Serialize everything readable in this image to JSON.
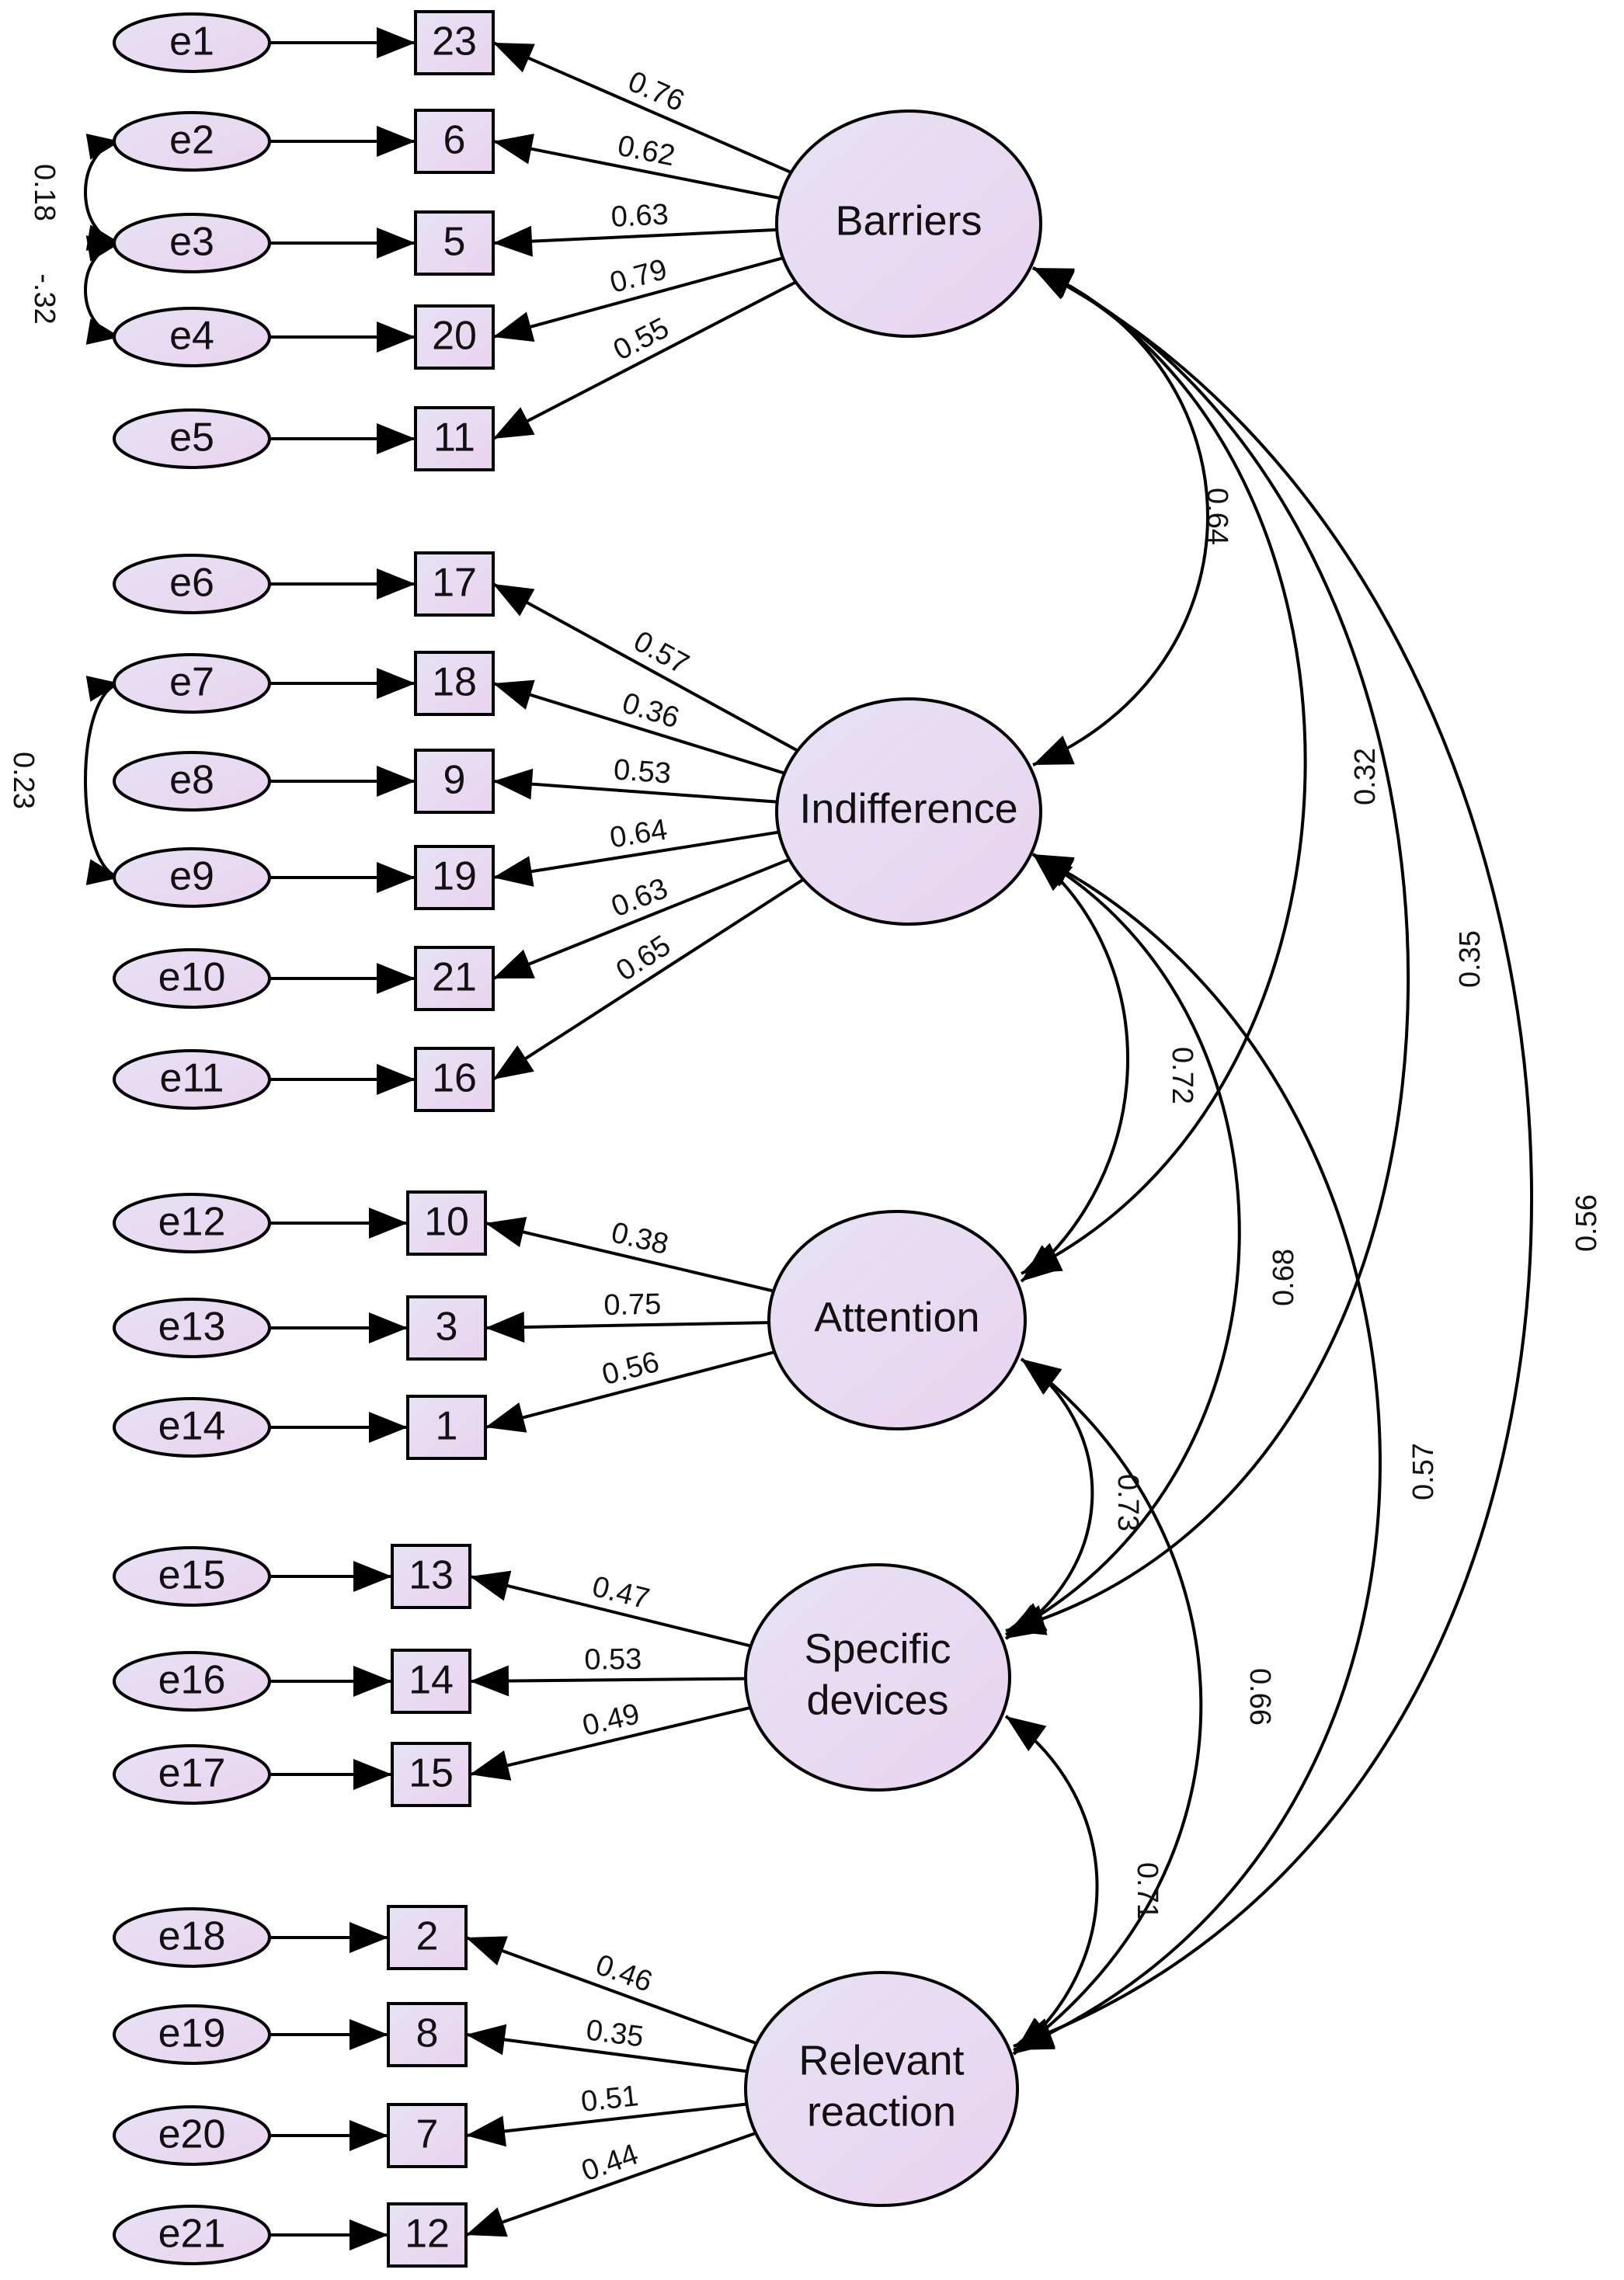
{
  "colors": {
    "node_fill_left": "#e6e2f4",
    "node_fill_right": "#ead3ef",
    "stroke": "#000000"
  },
  "factors": [
    {
      "id": "F1",
      "label": [
        "Barriers"
      ]
    },
    {
      "id": "F2",
      "label": [
        "Indifference"
      ]
    },
    {
      "id": "F3",
      "label": [
        "Attention"
      ]
    },
    {
      "id": "F4",
      "label": [
        "Specific",
        "devices"
      ]
    },
    {
      "id": "F5",
      "label": [
        "Relevant",
        "reaction"
      ]
    }
  ],
  "errors": [
    "e1",
    "e2",
    "e3",
    "e4",
    "e5",
    "e6",
    "e7",
    "e8",
    "e9",
    "e10",
    "e11",
    "e12",
    "e13",
    "e14",
    "e15",
    "e16",
    "e17",
    "e18",
    "e19",
    "e20",
    "e21"
  ],
  "items": [
    {
      "label": "23",
      "factor": "F1",
      "loading": "0.76"
    },
    {
      "label": "6",
      "factor": "F1",
      "loading": "0.62"
    },
    {
      "label": "5",
      "factor": "F1",
      "loading": "0.63"
    },
    {
      "label": "20",
      "factor": "F1",
      "loading": "0.79"
    },
    {
      "label": "11",
      "factor": "F1",
      "loading": "0.55"
    },
    {
      "label": "17",
      "factor": "F2",
      "loading": "0.57"
    },
    {
      "label": "18",
      "factor": "F2",
      "loading": "0.36"
    },
    {
      "label": "9",
      "factor": "F2",
      "loading": "0.53"
    },
    {
      "label": "19",
      "factor": "F2",
      "loading": "0.64"
    },
    {
      "label": "21",
      "factor": "F2",
      "loading": "0.63"
    },
    {
      "label": "16",
      "factor": "F2",
      "loading": "0.65"
    },
    {
      "label": "10",
      "factor": "F3",
      "loading": "0.38"
    },
    {
      "label": "3",
      "factor": "F3",
      "loading": "0.75"
    },
    {
      "label": "1",
      "factor": "F3",
      "loading": "0.56"
    },
    {
      "label": "13",
      "factor": "F4",
      "loading": "0.47"
    },
    {
      "label": "14",
      "factor": "F4",
      "loading": "0.53"
    },
    {
      "label": "15",
      "factor": "F4",
      "loading": "0.49"
    },
    {
      "label": "2",
      "factor": "F5",
      "loading": "0.46"
    },
    {
      "label": "8",
      "factor": "F5",
      "loading": "0.35"
    },
    {
      "label": "7",
      "factor": "F5",
      "loading": "0.51"
    },
    {
      "label": "12",
      "factor": "F5",
      "loading": "0.44"
    }
  ],
  "error_covariances": [
    {
      "from": "e2",
      "to": "e3",
      "value": "0.18"
    },
    {
      "from": "e3",
      "to": "e4",
      "value": "-.32"
    },
    {
      "from": "e7",
      "to": "e9",
      "value": "0.23"
    }
  ],
  "factor_correlations": [
    {
      "from": "F1",
      "to": "F2",
      "value": "0.64"
    },
    {
      "from": "F1",
      "to": "F3",
      "value": "0.32"
    },
    {
      "from": "F1",
      "to": "F4",
      "value": "0.35"
    },
    {
      "from": "F1",
      "to": "F5",
      "value": "0.56"
    },
    {
      "from": "F2",
      "to": "F3",
      "value": "0.72"
    },
    {
      "from": "F2",
      "to": "F4",
      "value": "0.68"
    },
    {
      "from": "F2",
      "to": "F5",
      "value": "0.57"
    },
    {
      "from": "F3",
      "to": "F4",
      "value": "0.73"
    },
    {
      "from": "F3",
      "to": "F5",
      "value": "0.66"
    },
    {
      "from": "F4",
      "to": "F5",
      "value": "0.71"
    }
  ]
}
